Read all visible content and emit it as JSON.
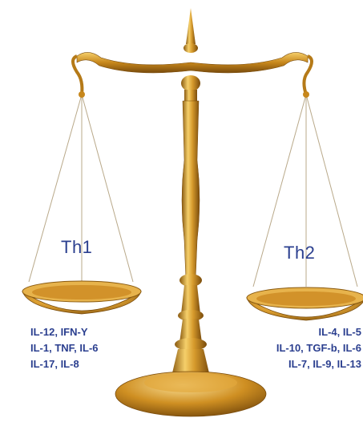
{
  "scale": {
    "metal_color": "#c7871c",
    "highlight_color": "#f5cf6a",
    "shadow_color": "#8a5a10"
  },
  "left_pan": {
    "title": "Th1",
    "cytokines": [
      "IL-12, IFN-Y",
      "IL-1, TNF, IL-6",
      "IL-17, IL-8"
    ]
  },
  "right_pan": {
    "title": "Th2",
    "cytokines": [
      "IL-4, IL-5",
      "IL-10, TGF-b, IL-6",
      "IL-7, IL-9, IL-13"
    ]
  },
  "text_color": "#2b3f8f"
}
